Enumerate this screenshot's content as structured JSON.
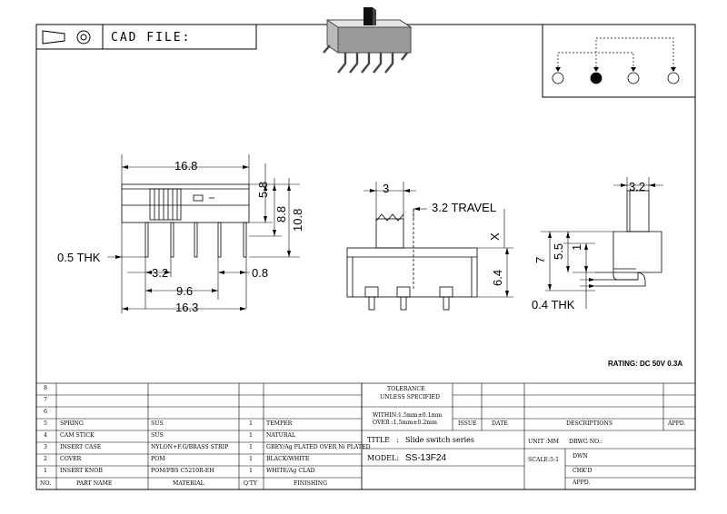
{
  "header": {
    "cad_label": "CAD FILE:",
    "rating": "RATING: DC 50V 0.3A"
  },
  "dimensions": {
    "front_width_top": "16.8",
    "front_h1": "5.8",
    "front_h2": "8.8",
    "front_h3": "10.8",
    "thickness_front": "0.5 THK",
    "pin_pitch": "3.2",
    "pin_offset": "0.8",
    "pin_span": "9.6",
    "front_width_bottom": "16.3",
    "knob_width": "3",
    "travel": "3.2 TRAVEL",
    "x_label": "X",
    "side_height": "6.4",
    "right_top": "3.2",
    "right_h1": "7",
    "right_h2": "5.5",
    "right_h3": "1",
    "thickness_side": "0.4 THK"
  },
  "bom": {
    "rows": [
      {
        "no": "8",
        "name": "",
        "material": "",
        "qty": "",
        "finishing": ""
      },
      {
        "no": "7",
        "name": "",
        "material": "",
        "qty": "",
        "finishing": ""
      },
      {
        "no": "6",
        "name": "",
        "material": "",
        "qty": "",
        "finishing": ""
      },
      {
        "no": "5",
        "name": "SPRING",
        "material": "SUS",
        "qty": "1",
        "finishing": "TEMPER"
      },
      {
        "no": "4",
        "name": "CAM STICK",
        "material": "SUS",
        "qty": "1",
        "finishing": "NATURAL"
      },
      {
        "no": "3",
        "name": "INSERT CASE",
        "material": "NYLON+F.G/BRASS STRIP",
        "qty": "1",
        "finishing": "GREY/Ag PLATED OVER Ni PLATED"
      },
      {
        "no": "2",
        "name": "COVER",
        "material": "POM",
        "qty": "1",
        "finishing": "BLACK/WHITE"
      },
      {
        "no": "1",
        "name": "INSERT KNOB",
        "material": "POM/PBS C5210R-EH",
        "qty": "1",
        "finishing": "WHITE/Ag CLAD"
      }
    ],
    "headers": {
      "no": "NO.",
      "name": "PART   NAME",
      "material": "MATERIAL",
      "qty": "Q'TY",
      "finishing": "FINISHING"
    }
  },
  "title_block": {
    "tolerance_line1": "TOLERANCE",
    "tolerance_line2": "UNLESS  SPECIFIED",
    "within": "WITHIN:1.5mm±0.1mm",
    "over": "OVER   :1.5mm±0.2mm",
    "issue": "ISSUE",
    "date": "DATE",
    "descriptions": "DESCRIPTIONS",
    "appd": "APPD.",
    "title_label": "TITLE",
    "title_colon": ":",
    "title_value": "Slide switch series",
    "unit": "UNIT :MM",
    "drwg_no": "DRWG NO.:",
    "model_label": "MODEL:",
    "model_value": "SS-13F24",
    "scale": "SCALE:5:1",
    "dwn": "DWN",
    "chkd": "CHK'D",
    "appd2": "APPD."
  }
}
